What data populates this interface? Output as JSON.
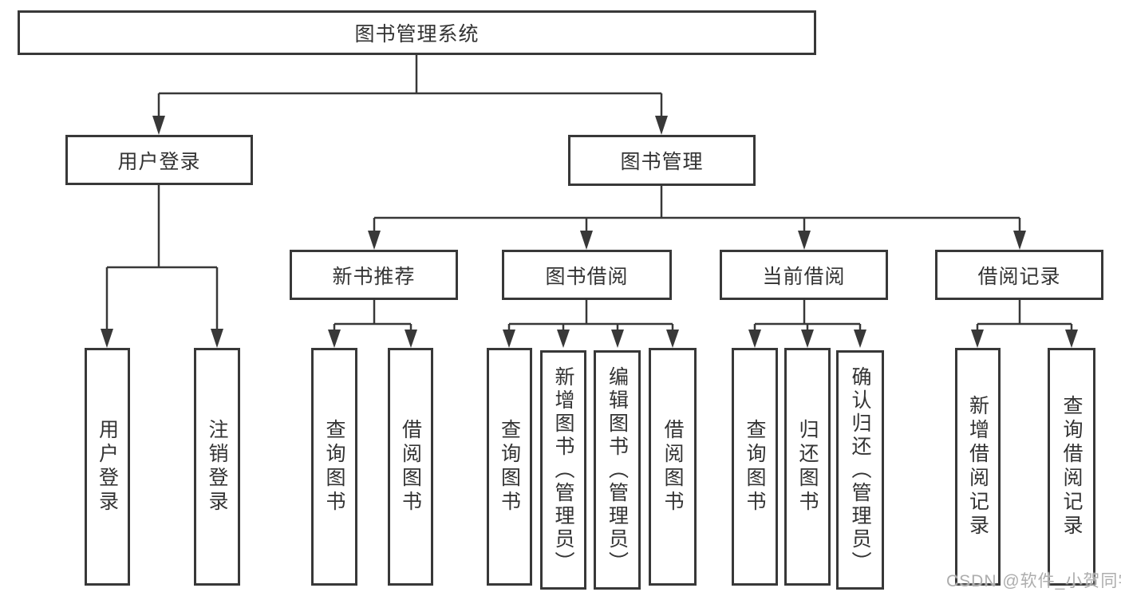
{
  "tree": {
    "root": "图书管理系统",
    "branches": [
      {
        "label": "用户登录",
        "leaves": [
          "用户登录",
          "注销登录"
        ]
      },
      {
        "label": "图书管理",
        "groups": [
          {
            "label": "新书推荐",
            "leaves": [
              "查询图书",
              "借阅图书"
            ]
          },
          {
            "label": "图书借阅",
            "leaves": [
              "查询图书",
              "新增图书（管理员）",
              "编辑图书（管理员）",
              "借阅图书"
            ]
          },
          {
            "label": "当前借阅",
            "leaves": [
              "查询图书",
              "归还图书",
              "确认归还（管理员）"
            ]
          },
          {
            "label": "借阅记录",
            "leaves": [
              "新增借阅记录",
              "查询借阅记录"
            ]
          }
        ]
      }
    ]
  },
  "watermark": "CSDN @软件_小贺同学",
  "colors": {
    "line": "#383838",
    "box_border": "#383838",
    "text": "#333333",
    "watermark": "#adadad",
    "background": "#ffffff"
  }
}
